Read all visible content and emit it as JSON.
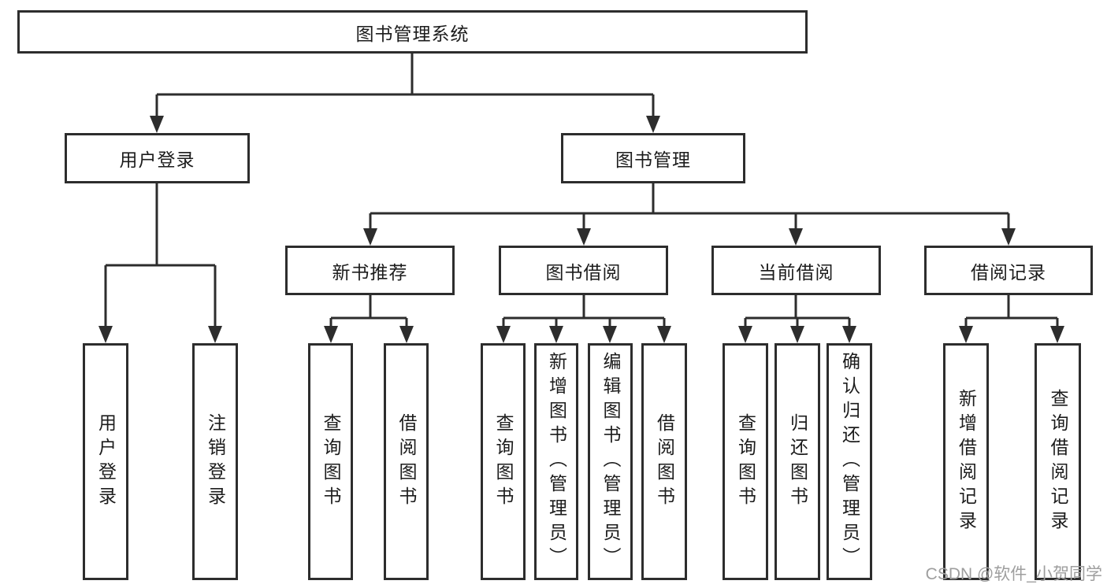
{
  "diagram": {
    "root_label": "图书管理系统",
    "branches": [
      {
        "label": "用户登录",
        "leaves": [
          "用户登录",
          "注销登录"
        ]
      },
      {
        "label": "图书管理",
        "groups": [
          {
            "label": "新书推荐",
            "leaves": [
              "查询图书",
              "借阅图书"
            ]
          },
          {
            "label": "图书借阅",
            "leaves": [
              "查询图书",
              "新增图书（管理员）",
              "编辑图书（管理员）",
              "借阅图书"
            ]
          },
          {
            "label": "当前借阅",
            "leaves": [
              "查询图书",
              "归还图书",
              "确认归还（管理员）"
            ]
          },
          {
            "label": "借阅记录",
            "leaves": [
              "新增借阅记录",
              "查询借阅记录"
            ]
          }
        ]
      }
    ],
    "watermark": "CSDN @软件_小贺同学"
  },
  "colors": {
    "line": "#2d2d2d",
    "text": "#1c1c1c",
    "background": "#ffffff",
    "watermark": "#9e9e9e"
  }
}
